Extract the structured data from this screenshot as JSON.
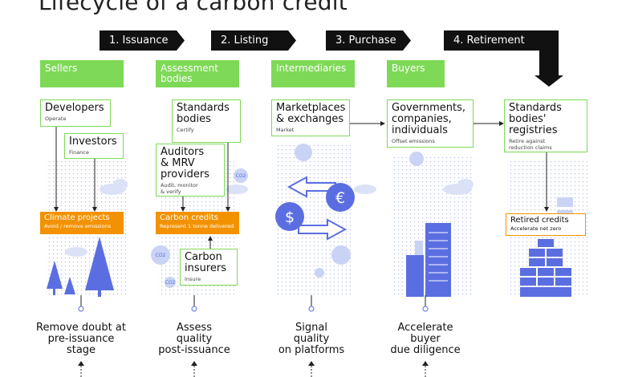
{
  "title": "Lifecycle of a carbon credit",
  "stages": [
    "1. Issuance",
    "2. Listing",
    "3. Purchase",
    "4. Retirement"
  ],
  "actors": [
    "Sellers",
    "Assessment bodies",
    "Intermediaries",
    "Buyers"
  ],
  "cards": {
    "developers": {
      "main": "Developers",
      "sub": "Operate"
    },
    "investors": {
      "main": "Investors",
      "sub": "Finance"
    },
    "standards": {
      "main": "Standards\nbodies",
      "sub": "Certify"
    },
    "auditors": {
      "main": "Auditors\n& MRV\nproviders",
      "sub": "Audit, monitor\n& verify"
    },
    "insurers": {
      "main": "Carbon\ninsurers",
      "sub": "Insure"
    },
    "marketplaces": {
      "main": "Marketplaces\n& exchanges",
      "sub": "Market"
    },
    "governments": {
      "main": "Governments,\ncompanies,\nindividuals",
      "sub": "Offset emissions"
    },
    "registries": {
      "main": "Standards\nbodies'\nregistries",
      "sub": "Retire against\nreduction claims"
    }
  },
  "credits": {
    "climate": {
      "main": "Climate projects",
      "sub": "Avoid / remove emissions"
    },
    "carbon": {
      "main": "Carbon credits",
      "sub": "Represent 1 tonne delivered"
    },
    "retired": {
      "main": "Retired credits",
      "sub": "Accelerate net zero"
    }
  },
  "icons": {
    "co2": "CO2",
    "dollar": "$",
    "euro": "€"
  },
  "outcomes": [
    "Remove doubt at\npre-issuance\nstage",
    "Assess\nquality\npost-issuance",
    "Signal\nquality\non platforms",
    "Accelerate\nbuyer\ndue diligence"
  ],
  "colors": {
    "green": "#7ed957",
    "orange": "#f39200",
    "blue": "#5b6ee1",
    "lightblue": "#c9d3f5",
    "black": "#111111"
  }
}
